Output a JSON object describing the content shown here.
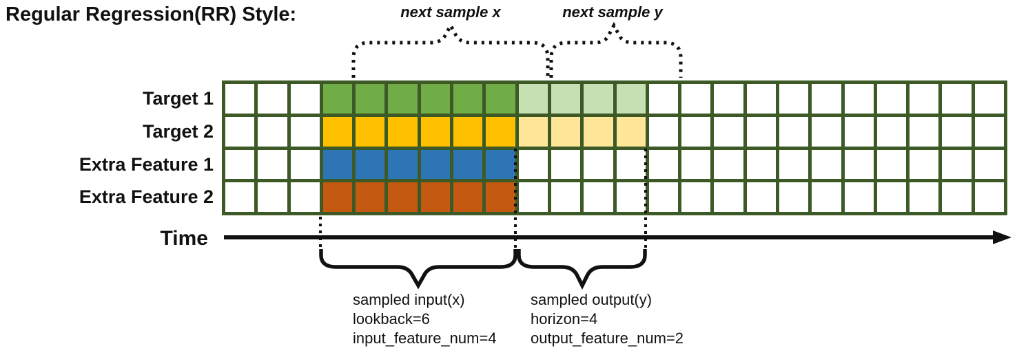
{
  "title": "Regular Regression(RR) Style:",
  "annotations": {
    "next_sample_x": "next sample x",
    "next_sample_y": "next sample y",
    "time_label": "Time",
    "input_caption_lines": [
      "sampled input(x)",
      "lookback=6",
      "input_feature_num=4"
    ],
    "output_caption_lines": [
      "sampled output(y)",
      "horizon=4",
      "output_feature_num=2"
    ]
  },
  "grid": {
    "columns": 24,
    "lookback": 6,
    "horizon": 4,
    "input_feature_num": 4,
    "output_feature_num": 2,
    "input_col_start": 3,
    "input_col_end": 8,
    "output_col_start": 9,
    "output_col_end": 12,
    "border_color": "#3D5A26",
    "cell_background": "#FFFFFF",
    "rows": [
      {
        "label": "Target 1",
        "input_color": "#70AD47",
        "output_color": "#C6E0B4"
      },
      {
        "label": "Target 2",
        "input_color": "#FFC000",
        "output_color": "#FFE699"
      },
      {
        "label": "Extra Feature 1",
        "input_color": "#2E75B6",
        "output_color": null
      },
      {
        "label": "Extra Feature 2",
        "input_color": "#C45911",
        "output_color": null
      }
    ]
  },
  "colors": {
    "annotation_ink": "#111111",
    "grid_line_green": "#3D5A26"
  }
}
